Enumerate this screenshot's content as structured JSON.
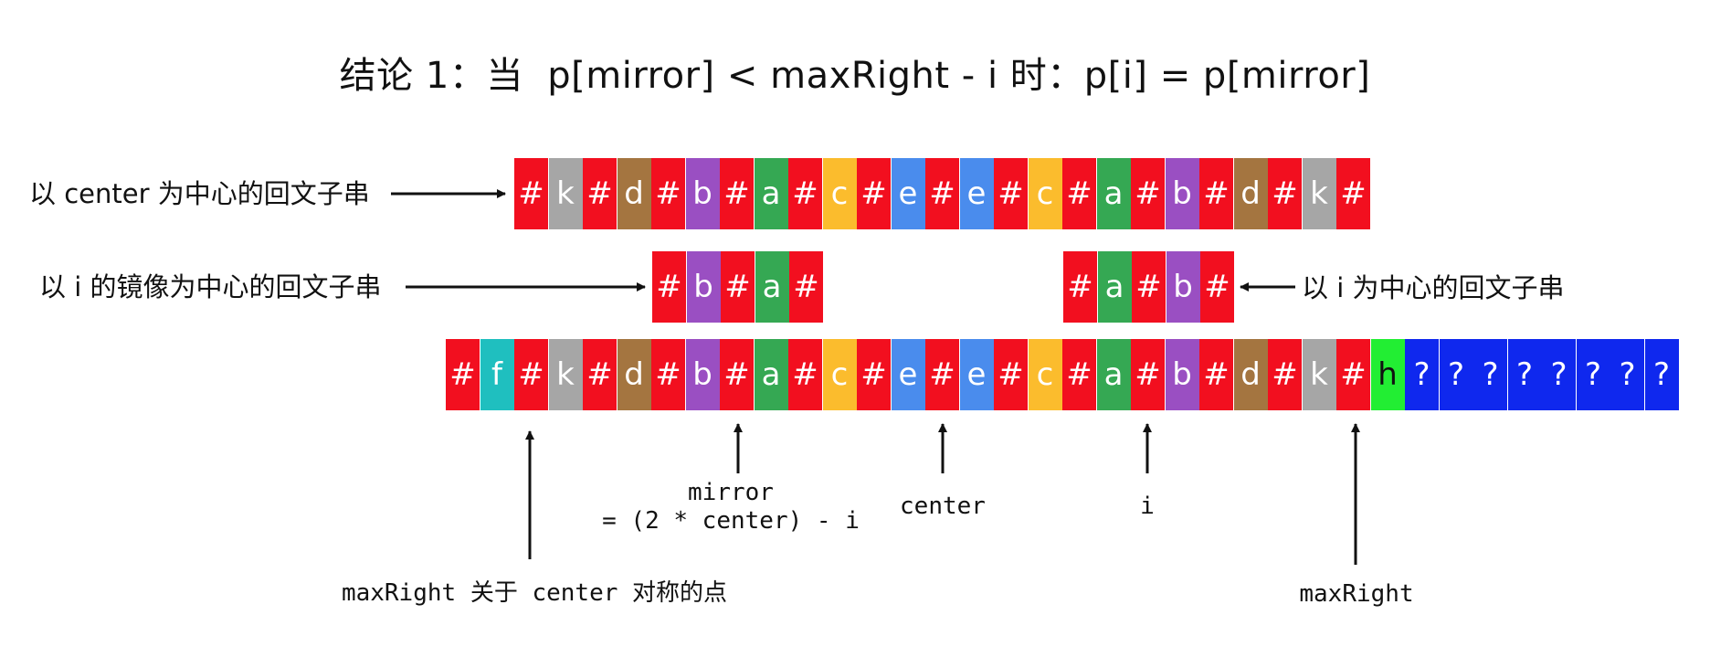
{
  "title": "结论 1：当  p[mirror] < maxRight - i 时：p[i] = p[mirror]",
  "colors": {
    "#": "#f20f1f",
    "k": "#a6a6a6",
    "d": "#a47540",
    "b": "#9a4fc2",
    "a": "#35a853",
    "c": "#fbbc2d",
    "e": "#4a8ced",
    "f": "#1fbfbf",
    "h": "#22ee33",
    "?": "#0f28ee"
  },
  "rows": {
    "center_palindrome": {
      "label": "以 center 为中心的回文子串",
      "cells": [
        "#",
        "k",
        "#",
        "d",
        "#",
        "b",
        "#",
        "a",
        "#",
        "c",
        "#",
        "e",
        "#",
        "e",
        "#",
        "c",
        "#",
        "a",
        "#",
        "b",
        "#",
        "d",
        "#",
        "k",
        "#"
      ]
    },
    "mirror_palindrome": {
      "label": "以 i 的镜像为中心的回文子串",
      "cells": [
        "#",
        "b",
        "#",
        "a",
        "#"
      ]
    },
    "i_palindrome": {
      "label": "以 i 为中心的回文子串",
      "cells": [
        "#",
        "a",
        "#",
        "b",
        "#"
      ]
    },
    "main_string": {
      "cells": [
        "#",
        "f",
        "#",
        "k",
        "#",
        "d",
        "#",
        "b",
        "#",
        "a",
        "#",
        "c",
        "#",
        "e",
        "#",
        "e",
        "#",
        "c",
        "#",
        "a",
        "#",
        "b",
        "#",
        "d",
        "#",
        "k",
        "#",
        "h",
        "?",
        "?",
        "?",
        "?",
        "?",
        "?",
        "?",
        "?"
      ]
    }
  },
  "pointers": {
    "mirror_line1": "mirror",
    "mirror_line2": "= (2 * center) - i",
    "center": "center",
    "i": "i",
    "max_right": "maxRight",
    "max_right_mirror": "maxRight 关于 center 对称的点"
  }
}
